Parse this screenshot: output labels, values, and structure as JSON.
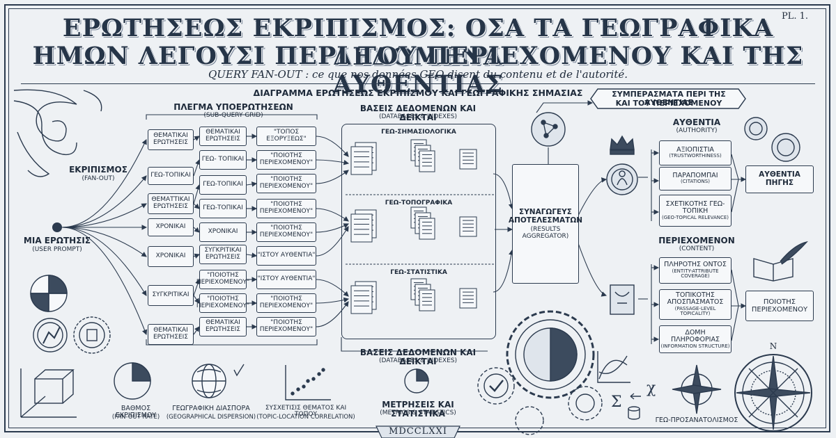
{
  "title": {
    "line1": "ΕΡΩΤΗΣΕΩΣ ΕΚΡΙΠΙΣΜΟΣ: ΟΣΑ ΤΑ ΓΕΩΓΡΑΦΙΚΑ ΔΕΔΟΜΕΝΑ",
    "line2": "ΗΜΩΝ ΛΕΓΟΥΣΙ ΠΕΡΙ ΤΟΥ ΠΕΡΙΕΧΟΜΕΝΟΥ ΚΑΙ ΤΗΣ ΑΥΘΕΝΤΙΑΣ",
    "subtitle": "QUERY FAN-OUT : ce que nos données GEO disent du contenu et de l'autorité.",
    "plate": "PL. 1."
  },
  "diagram_title": "ΔΙΑΓΡΑΜΜΑ ΕΡΩΤΗΣΕΩΣ ΕΚΡΙΠΙΣΜΟΥ ΚΑΙ ΓΕΩΓΡΑΦΙΚΗΣ ΣΗΜΑΣΙΑΣ",
  "fanout": {
    "label": "ΕΚΡΙΠΙΣΜΟΣ",
    "sub": "(FAN-OUT)"
  },
  "prompt": {
    "label": "ΜΙΑ ΕΡΩΤΗΣΙΣ",
    "sub": "(USER PROMPT)"
  },
  "grid": {
    "title": "ΠΛΕΓΜΑ ΥΠΟΕΡΩΤΗΣΕΩΝ",
    "sub": "(SUB-QUERY GRID)",
    "col1": [
      "ΘΕΜΑΤΙΚΑΙ ΕΡΩΤΗΣΕΙΣ",
      "ΓΕΩ-ΤΟΠΙΚΑΙ",
      "ΘΕΜΑΤΤΙΚΑΙ ΕΡΩΤΗΣΕΙΣ",
      "ΧΡΟΝΙΚΑΙ",
      "ΧΡΟΝΙΚΑΙ",
      "ΣΥΓΚΡΙΤΙΚΑΙ",
      "ΘΕΜΑΤΙΚΑΙ ΕΡΩΤΗΣΕΙΣ"
    ],
    "col2": [
      "ΘΕΜΑΤΙΚΑΙ ΕΡΩΤΗΣΕΙΣ",
      "ΓΕΩ- ΤΟΠΙΚΑΙ",
      "ΓΕΩ-ΤΟΠΙΚΑΙ",
      "ΓΕΩ-ΤΟΠΙΚΑΙ",
      "ΧΡΟΝΙΚΑΙ",
      "ΣΥΓΚΡΙΤΙΚΑΙ ΕΡΩΤΗΣΕΙΣ",
      "\"ΠΟΙΟΤΗΣ ΠΕΡΙΕΧΟΜΕΝΟΥ\"",
      "\"ΠΟΙΟΤΗΣ ΠΕΡΙΕΧΟΜΕΝΟΥ\"",
      "ΘΕΜΑΤΙΚΑΙ ΕΡΩΤΗΣΕΙΣ"
    ],
    "col3": [
      "\"ΤΟΠΟΣ ΕΞΟΡΥΞΕΩΣ\"",
      "\"ΠΟΙΟΤΗΣ ΠΕΡΙΕΧΟΜΕΝΟΥ\"",
      "\"ΠΟΙΟΤΗΣ ΠΕΡΙΕΧΟΜΕΝΟΥ\"",
      "\"ΠΟΙΟΤΗΣ ΠΕΡΙΕΧΟΜΕΝΟΥ\"",
      "\"ΠΟΙΟΤΗΣ ΠΕΡΙΕΧΟΜΕΝΟΥ\"",
      "\"ΙΣΤΟΥ ΑΥΘΕΝΤΙΑ\"",
      "\"ΙΣΤΟΥ ΑΥΘΕΝΤΙΑ\"",
      "\"ΠΟΙΟΤΗΣ ΠΕΡΙΕΧΟΜΕΝΟΥ\"",
      "\"ΠΟΙΟΤΗΣ ΠΕΡΙΕΧΟΜΕΝΟΥ\""
    ]
  },
  "db": {
    "title": "ΒΑΣΕΙΣ ΔΕΔΟΜΕΝΩΝ ΚΑΙ ΔΕΙΚΤΑΙ",
    "sub": "(DATABASES & INDEXES)",
    "sections": [
      "ΓΕΩ-ΣΗΜΑΣΙΟΛΟΓΙΚΑ",
      "ΓΕΩ-ΤΟΠΟΓΡΑΦΙΚΑ",
      "ΓΕΩ-ΣΤΑΤΙΣΤΙΚΑ"
    ],
    "bottom_title": "ΒΑΣΕΙΣ ΔΕΔΟΜΕΝΩΝ ΚΑΙ ΔΕΙΚΤΑΙ",
    "bottom_sub": "(DATABASES & INDEXES)"
  },
  "aggregator": {
    "label": "ΣΥΝΑΓΩΓΕΥΣ ΑΠΟΤΕΛΕΣΜΑΤΩΝ",
    "sub": "(RESULTS AGGREGATOR)"
  },
  "conclusions": {
    "line1": "ΣΥΜΠΕΡΑΣΜΑΤΑ ΠΕΡΙ ΤΗΣ ΑΥΘΕΝΤΙΑΣ",
    "line2": "ΚΑΙ ΤΟΥ ΠΕΡΙΕΧΟΜΕΝΟΥ"
  },
  "authority": {
    "title": "ΑΥΘΕΝΤΙΑ",
    "sub": "(AUTHORITY)",
    "items": [
      {
        "label": "ΑΞΙΟΠΙΣΤΙΑ",
        "sub": "(TRUSTWORTHINESS)"
      },
      {
        "label": "ΠΑΡΑΠΟΜΠΑΙ",
        "sub": "(CITATIONS)"
      },
      {
        "label": "ΣΧΕΤΙΚΟΤΗΣ ΓΕΩ-ΤΟΠΙΚΗ",
        "sub": "(GEO-TOPICAL RELEVANCE)"
      }
    ],
    "result": "ΑΥΘΕΝΤΙΑ ΠΗΓΗΣ"
  },
  "content": {
    "title": "ΠΕΡΙΕΧΟΜΕΝΟΝ",
    "sub": "(CONTENT)",
    "items": [
      {
        "label": "ΠΛΗΡΟΤΗΣ ΟΝΤΟΣ",
        "sub": "(ENTITY-ATTRIBUTE COVERAGE)"
      },
      {
        "label": "ΤΟΠΙΚΟΤΗΣ ΑΠΟΣΠΑΣΜΑΤΟΣ",
        "sub": "(PASSAGE-LEVEL TOPICALITY)"
      },
      {
        "label": "ΔΟΜΗ ΠΛΗΡΟΦΟΡΙΑΣ",
        "sub": "(INFORMATION STRUCTURE)"
      }
    ],
    "result": "ΠΟΙΟΤΗΣ ΠΕΡΙΕΧΟΜΕΝΟΥ"
  },
  "footer": {
    "fanout_rate": {
      "label": "ΒΑΘΜΟΣ ΕΚΡΙΠΙΣΜΟΥ",
      "sub": "(FAN-OUT RATE)"
    },
    "dispersion": {
      "label": "ΓΕΩΓΡΑΦΙΚΗ ΔΙΑΣΠΟΡΑ",
      "sub": "(GEOGRAPHICAL DISPERSION)"
    },
    "correlation": {
      "label": "ΣΥΣΧΕΤΙΣΙΣ ΘΕΜΑΤΟΣ ΚΑΙ ΤΟΠΟΥ",
      "sub": "(TOPIC-LOCATION CORRELATION)"
    },
    "metrics": {
      "label": "ΜΕΤΡΗΣΕΙΣ ΚΑΙ ΣΤΑΤΙΣΤΙΚΑ",
      "sub": "(METRICS & STATISTICS)"
    },
    "orientation": "ΓΕΩ-ΠΡΟΣΑΝΑΤΟΛΙΣΜΟΣ",
    "compass_n": "N",
    "roman": "MDCCLXXI"
  }
}
